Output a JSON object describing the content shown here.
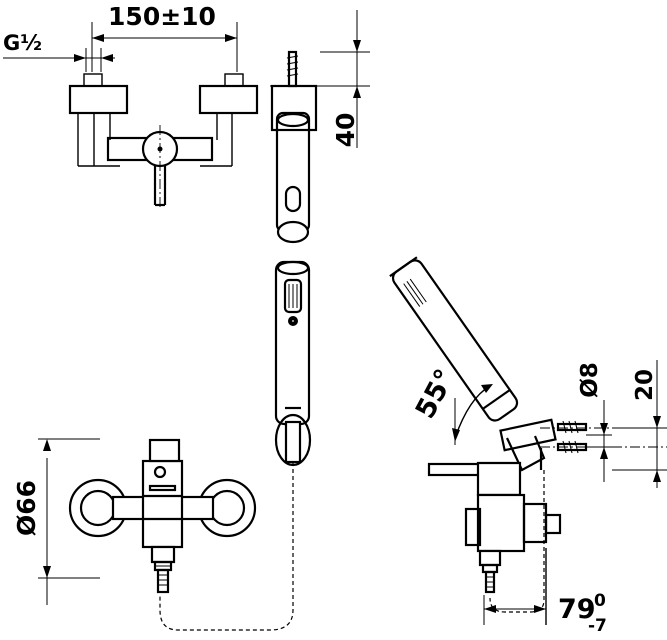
{
  "dimensions": {
    "spacing": "150±10",
    "thread": "G½",
    "holder_height": "40",
    "body_diameter": "Ø66",
    "angle": "55°",
    "pin_diameter": "Ø8",
    "bracket_height": "20",
    "projection_value": "79",
    "tol_upper": "0",
    "tol_lower": "-7"
  },
  "icons": {
    "angle_arrow": "curved-double-arrow",
    "dimension_arrow": "filled-triangle-arrowhead",
    "thread_mark": "hatched-thread"
  },
  "colors": {
    "line": "#000000",
    "background": "#ffffff"
  }
}
